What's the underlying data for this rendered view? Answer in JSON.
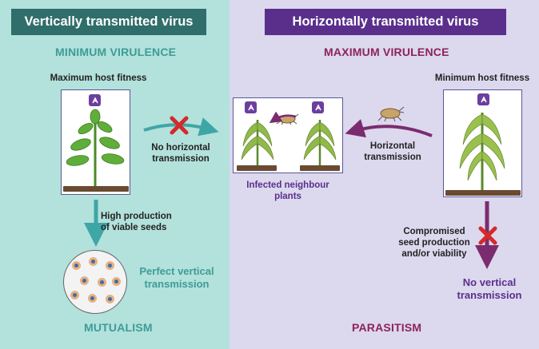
{
  "left": {
    "header": "Vertically transmitted virus",
    "virulence": "MINIMUM VIRULENCE",
    "fitness": "Maximum host fitness",
    "no_horizontal": [
      "No horizontal",
      "transmission"
    ],
    "seeds": [
      "High production",
      "of viable seeds"
    ],
    "perfect_vertical": [
      "Perfect vertical",
      "transmission"
    ],
    "outcome": "MUTUALISM"
  },
  "right": {
    "header": "Horizontally transmitted virus",
    "virulence": "MAXIMUM VIRULENCE",
    "fitness": "Minimum host fitness",
    "horizontal": [
      "Horizontal",
      "transmission"
    ],
    "infected": [
      "Infected neighbour",
      "plants"
    ],
    "compromised": [
      "Compromised",
      "seed production",
      "and/or viability"
    ],
    "no_vertical": [
      "No vertical",
      "transmission"
    ],
    "outcome": "PARASITISM"
  },
  "colors": {
    "left_bg": "#b3e1dc",
    "right_bg": "#dcd8ee",
    "left_header": "#2f6e6a",
    "right_header": "#5a2f8c",
    "teal_text": "#3e9c96",
    "maroon_text": "#8c2456",
    "purple_text": "#5a2f8c",
    "teal_arrow": "#3fa6a6",
    "purple_arrow": "#7a2c6e",
    "cross": "#d42a2a"
  },
  "icons": [
    "virus-badge-icon",
    "aphid-icon",
    "healthy-plant-icon",
    "wilted-plant-icon",
    "seed-icon",
    "cross-icon"
  ]
}
